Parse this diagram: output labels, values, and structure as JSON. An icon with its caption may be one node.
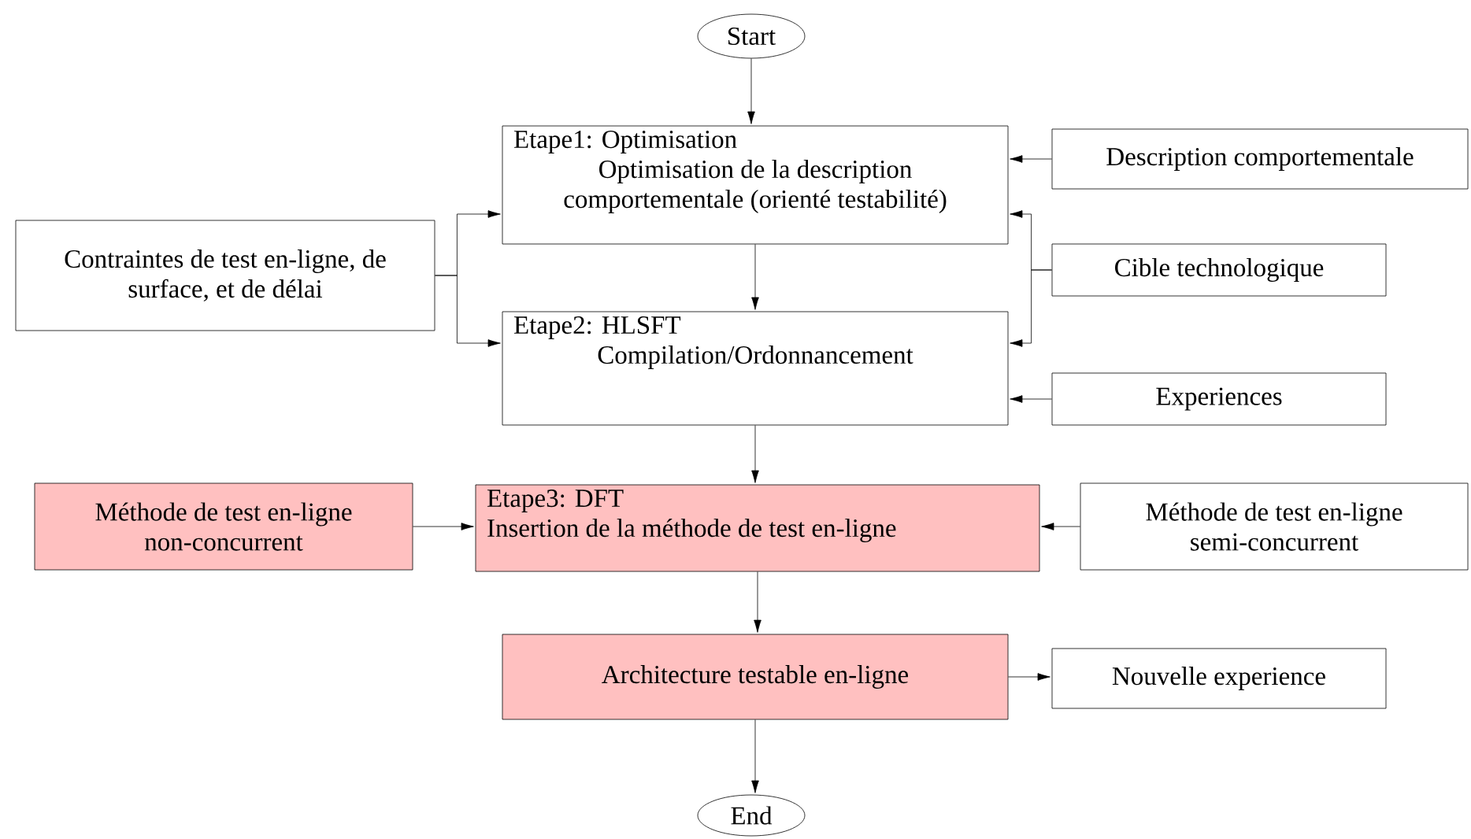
{
  "diagram": {
    "nodes": [
      {
        "text": [
          "Start"
        ]
      },
      {
        "text": [
          "Etape1: Optimisation",
          "Optimisation de la description comportementale (orienté testabilité)"
        ]
      },
      {
        "text": [
          "Description comportementale"
        ]
      },
      {
        "text": [
          "Contraintes de test en-ligne, de surface, et de délai"
        ]
      },
      {
        "text": [
          "Cible technologique"
        ]
      },
      {
        "text": [
          "Etape2: HLSFT",
          "Compilation/Ordonnancement"
        ]
      },
      {
        "text": [
          "Experiences"
        ]
      },
      {
        "text": [
          "Méthode de test en-ligne non-concurrent"
        ]
      },
      {
        "text": [
          "Etape3: DFT",
          "Insertion de la méthode de test en-ligne"
        ]
      },
      {
        "text": [
          "Méthode de test en-ligne semi-concurrent"
        ]
      },
      {
        "text": [
          "Architecture testable en-ligne"
        ]
      },
      {
        "text": [
          "Nouvelle experience"
        ]
      },
      {
        "text": [
          "End"
        ]
      }
    ],
    "edges": [
      {
        "from": 0,
        "to": 1,
        "arrow": "to"
      },
      {
        "from": 2,
        "to": 1,
        "arrow": "to"
      },
      {
        "from": 3,
        "to": 1,
        "arrow": "to"
      },
      {
        "from": 3,
        "to": 5,
        "arrow": "to"
      },
      {
        "from": 4,
        "to": 1,
        "arrow": "to"
      },
      {
        "from": 4,
        "to": 5,
        "arrow": "to"
      },
      {
        "from": 1,
        "to": 5,
        "arrow": "to"
      },
      {
        "from": 6,
        "to": 5,
        "arrow": "to"
      },
      {
        "from": 5,
        "to": 8,
        "arrow": "to"
      },
      {
        "from": 7,
        "to": 8,
        "arrow": "to"
      },
      {
        "from": 9,
        "to": 8,
        "arrow": "to"
      },
      {
        "from": 8,
        "to": 10,
        "arrow": "to"
      },
      {
        "from": 10,
        "to": 11,
        "arrow": "to"
      },
      {
        "from": 10,
        "to": 12,
        "arrow": "to"
      }
    ]
  }
}
